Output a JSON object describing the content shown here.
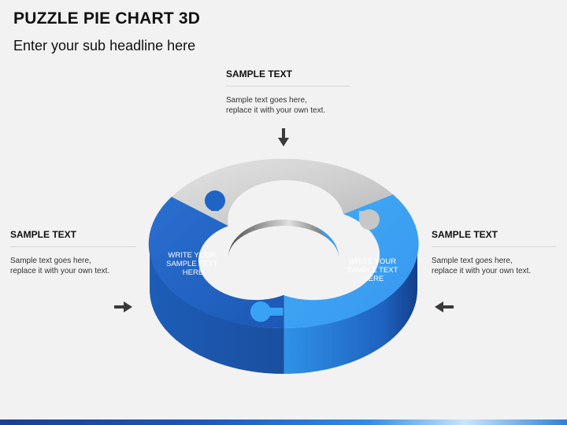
{
  "slide": {
    "title": "PUZZLE PIE CHART 3D",
    "subtitle": "Enter your sub headline here"
  },
  "blocks": {
    "top": {
      "heading": "SAMPLE TEXT",
      "body_lines": [
        "Sample text goes here,",
        "replace it with your own text."
      ]
    },
    "left": {
      "heading": "SAMPLE TEXT",
      "body_lines": [
        "Sample text goes here,",
        "replace it with your own text."
      ]
    },
    "right": {
      "heading": "SAMPLE TEXT",
      "body_lines": [
        "Sample text goes here,",
        "replace it with your own text."
      ]
    }
  },
  "pieces": {
    "left": {
      "label_lines": [
        "WRITE YOUR",
        "SAMPLE TEXT",
        "HERE"
      ],
      "color": "#1f63c4"
    },
    "right": {
      "label_lines": [
        "WRITE YOUR",
        "SAMPLE TEXT",
        "HERE"
      ],
      "color": "#3aa2f5"
    },
    "top": {
      "color": "#d6d6d6"
    }
  },
  "arrows": {
    "top": "arrow-down-icon",
    "left": "arrow-right-icon",
    "right": "arrow-left-icon"
  }
}
